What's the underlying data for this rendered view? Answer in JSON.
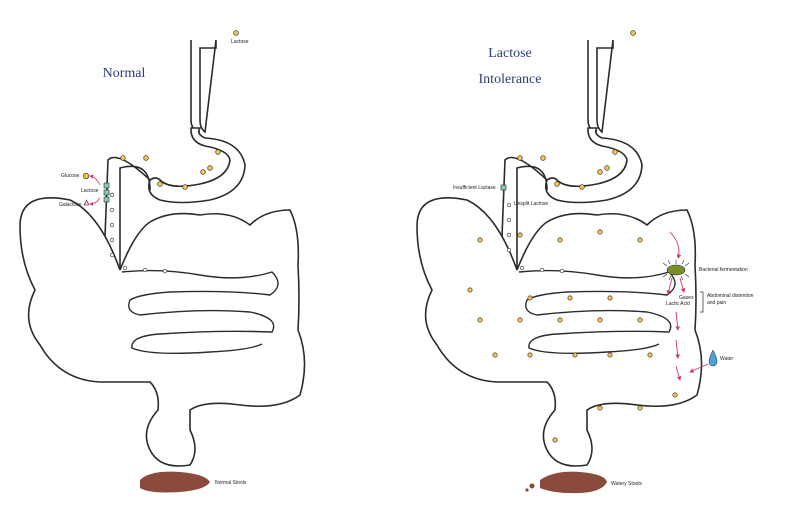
{
  "left_panel": {
    "title": "Normal",
    "labels": {
      "lactose_top": "Lactose",
      "glucose": "Glucose",
      "lactose_side": "Lactose",
      "galactose": "Galactose",
      "stools": "Normal Stools"
    }
  },
  "right_panel": {
    "title_line1": "Lactose",
    "title_line2": "Intolerance",
    "labels": {
      "insufficient_lactase": "Insufficient Lactase",
      "unsplit_lactose": "Unsplit Lactose",
      "bacterial_fermentation": "Bacterial fermentation",
      "gases": "Gases",
      "lactic_acid": "Lactic Acid",
      "abdominal_line1": "Abdominal distention",
      "abdominal_line2": "and pain",
      "water": "Water",
      "stools": "Watery Stools"
    }
  },
  "colors": {
    "outline": "#2b2b2b",
    "title": "#2c3d7a",
    "arrow": "#d6336c",
    "stool": "#8a4a3c",
    "glucose": "#f2c14e",
    "galactose": "#f7c7d2",
    "lactase": "#7fcdbb",
    "bacteria": "#7a8f2a",
    "water": "#4aa3df"
  }
}
